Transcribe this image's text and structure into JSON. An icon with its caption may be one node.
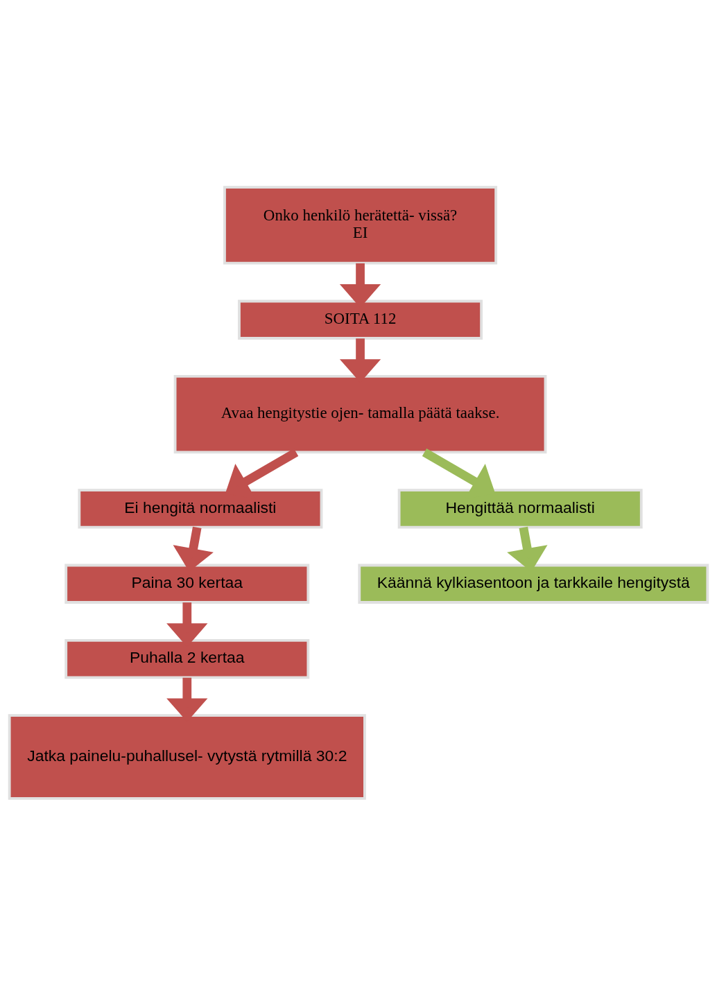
{
  "diagram": {
    "nodes": [
      {
        "text": [
          "Onko henkilö herätettä- vissä?",
          "EI"
        ]
      },
      {
        "text": [
          "SOITA 112"
        ]
      },
      {
        "text": [
          "Avaa hengitystie ojen- tamalla päätä taakse."
        ]
      },
      {
        "text": [
          "Ei hengitä normaalisti"
        ]
      },
      {
        "text": [
          "Paina 30 kertaa"
        ]
      },
      {
        "text": [
          "Puhalla 2 kertaa"
        ]
      },
      {
        "text": [
          "Jatka painelu-puhallusel- vytystä rytmillä 30:2"
        ]
      },
      {
        "text": [
          "Hengittää normaalisti"
        ]
      },
      {
        "text": [
          "Käännä kylkiasentoon ja tarkkaile hengitystä"
        ]
      }
    ],
    "edges": [
      {
        "from": 0,
        "to": 1,
        "arrow": "to"
      },
      {
        "from": 1,
        "to": 2,
        "arrow": "to"
      },
      {
        "from": 2,
        "to": 3,
        "arrow": "to"
      },
      {
        "from": 3,
        "to": 4,
        "arrow": "to"
      },
      {
        "from": 4,
        "to": 5,
        "arrow": "to"
      },
      {
        "from": 5,
        "to": 6,
        "arrow": "to"
      },
      {
        "from": 2,
        "to": 7,
        "arrow": "to",
        "color": "#9bbb59"
      },
      {
        "from": 7,
        "to": 8,
        "arrow": "to",
        "color": "#9bbb59"
      }
    ]
  }
}
